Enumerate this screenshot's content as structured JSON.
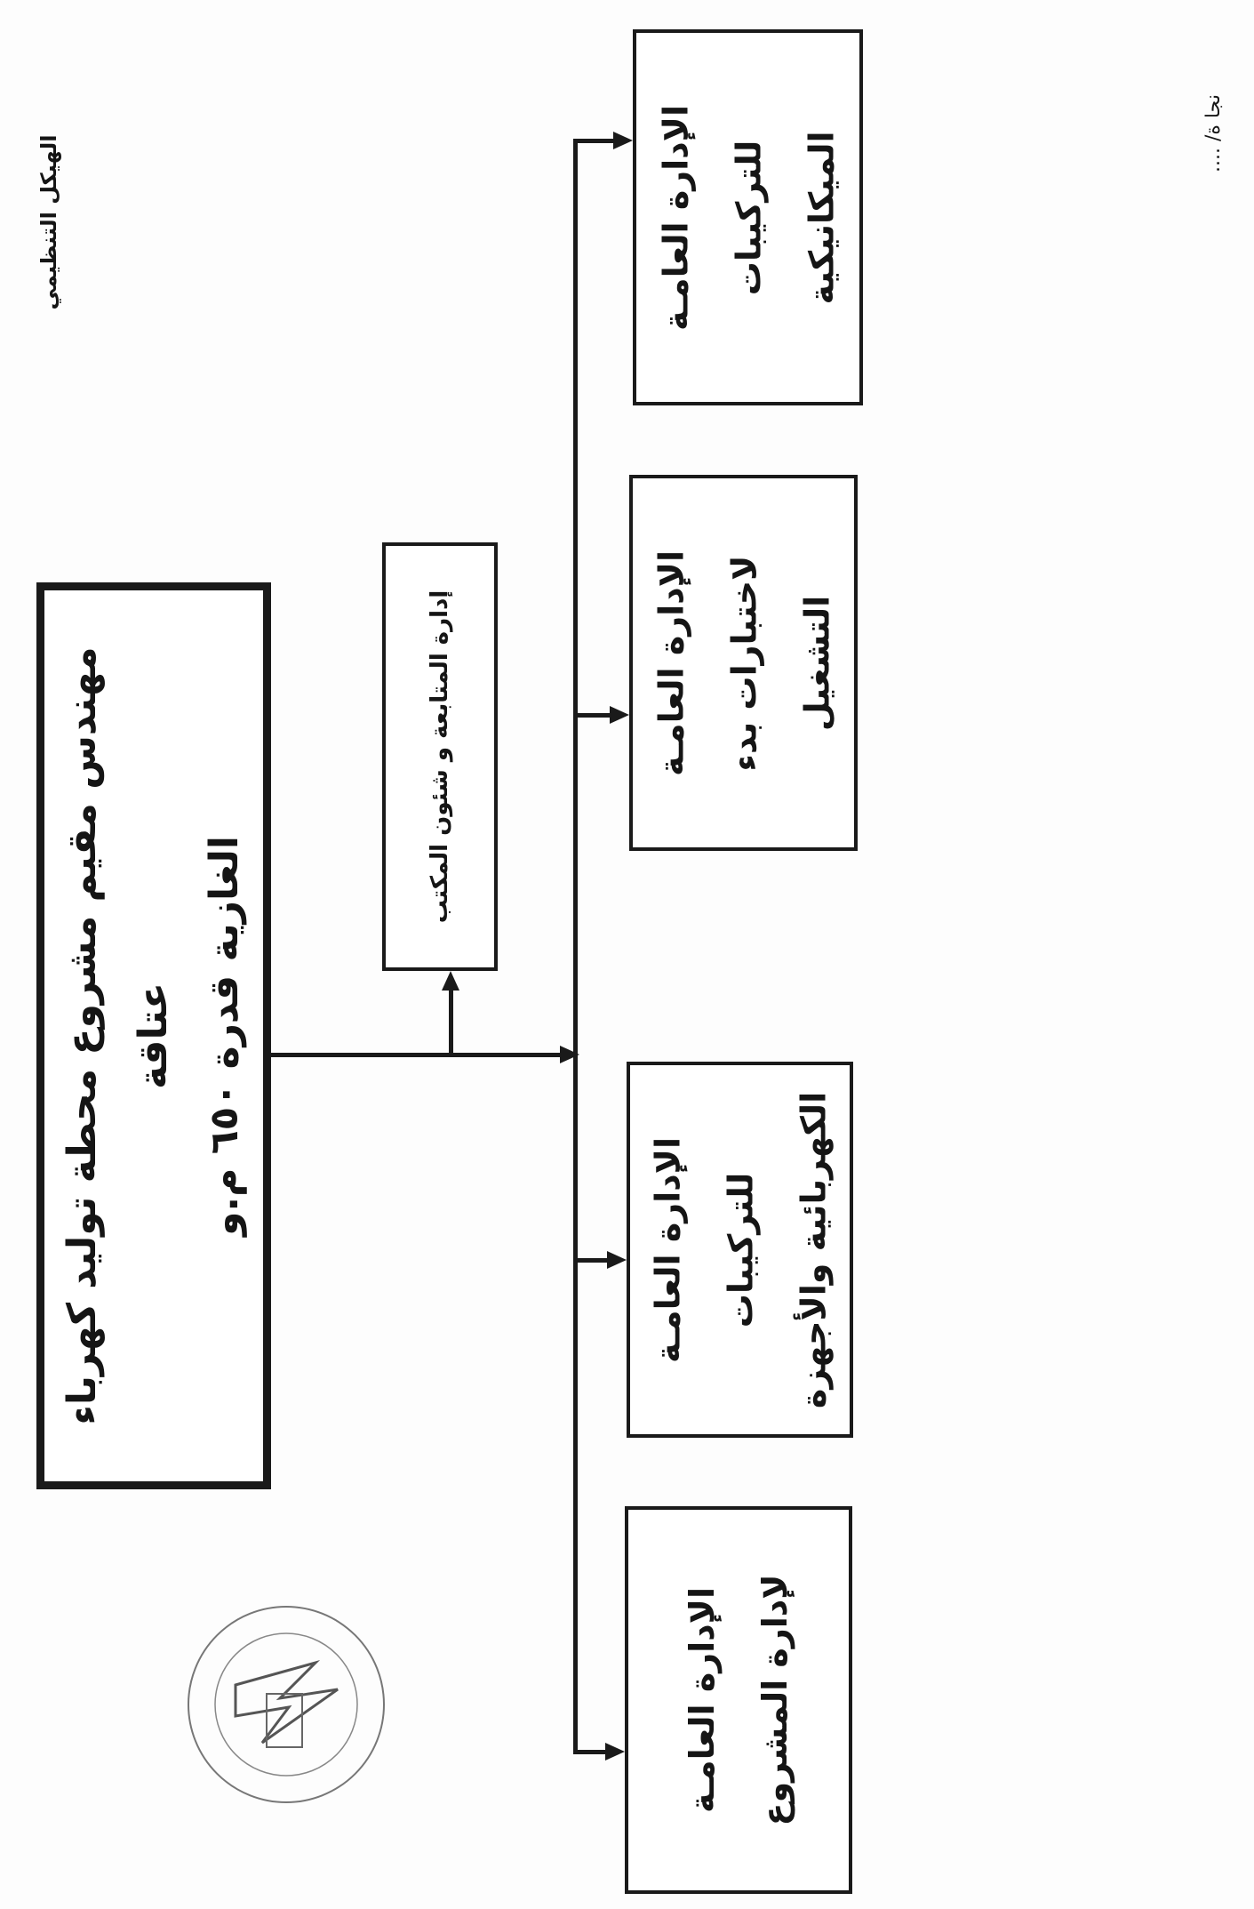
{
  "document": {
    "title": "الهيكل التنظيمي",
    "reference_note": "نجا ة/ ....",
    "head": {
      "line1": "مهندس مقيم مشروع محطة توليد كهرباء عتاقة",
      "line2": "الغازية قدرة ٦٥٠ م.و"
    },
    "staff_unit": "إدارة المتابعة و شئون المكتب",
    "departments": [
      {
        "line1": "الإدارة العامـة",
        "line2": "للتركيبات",
        "line3": "الميكانيكية"
      },
      {
        "line1": "الإدارة العامـة",
        "line2": "لاختبارات بدء",
        "line3": "التشغيل"
      },
      {
        "line1": "الإدارة العامـة",
        "line2": "للتركيبات",
        "line3": "الكهربائية والأجهزة"
      },
      {
        "line1": "الإدارة العامـة",
        "line2": "لإدارة المشروع"
      }
    ]
  }
}
